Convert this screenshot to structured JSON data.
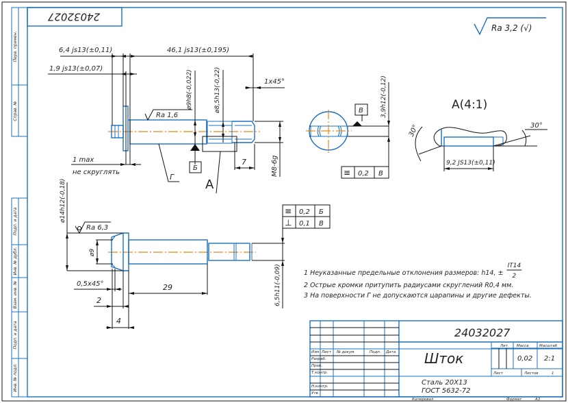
{
  "drawing": {
    "rotated_code": "24032027",
    "roughness_general": "Ra 3,2 (√)",
    "colors": {
      "outline": "#1a6fc0",
      "centerline": "#e8891a",
      "dim": "#111111"
    }
  },
  "side_stamp": {
    "top_cells": [
      "Перв. примен.",
      "Справ. №"
    ],
    "bottom_cells": [
      "Подп. и дата",
      "Инв. № дубл.",
      "Взам. инв. №",
      "Подп. и дата",
      "Инв. № подл."
    ]
  },
  "view_main": {
    "dims": {
      "d1": "6,4 js13(±0,11)",
      "d2": "46,1 js13(±0,195)",
      "d3": "1,9 js13(±0,07)",
      "d4": "ø9h8(-0,022)",
      "d5": "ø8,5h13(-0,22)",
      "d6": "1x45°",
      "d7": "M8-6g",
      "d8": "7",
      "note1": "1 max",
      "note2": "не скруглять",
      "rough": "Ra 1,6",
      "base_b": "Б",
      "surface": "Г",
      "view_a": "А"
    }
  },
  "view_section": {
    "dim": "3,9h12(-0,12)",
    "base_v": "В",
    "tol_symbol": "≡",
    "tol_value": "0,2",
    "tol_base": "В"
  },
  "view_detail": {
    "title": "А(4:1)",
    "angle1": "30°",
    "angle2": "30°",
    "dim": "9,2 JS13(±0,11)"
  },
  "view_second": {
    "dims": {
      "d1": "ø14h12(-0,18)",
      "rough": "Ra 6,3",
      "d2": "ø9",
      "d3": "0,5x45°",
      "d4": "29",
      "d5": "2",
      "d6": "4",
      "d7": "6,5h11(-0,09)"
    },
    "tolerances": [
      {
        "symbol": "≡",
        "value": "0,2",
        "base": "Б"
      },
      {
        "symbol": "⊥",
        "value": "0,1",
        "base": "В"
      }
    ]
  },
  "notes": [
    "1 Неуказанные предельные отклонения размеров: h14, ±",
    "2  Острые кромки притупить радиусами скруглений R0,4 мм.",
    "3  На поверхности Г не допускаются царапины и другие дефекты."
  ],
  "note_fraction": {
    "num": "IT14",
    "den": "2"
  },
  "title_block": {
    "doc_code": "24032027",
    "part_name": "Шток",
    "material_line1": "Сталь 20Х13",
    "material_line2": "ГОСТ 5632-72",
    "headers": [
      "Изм",
      "Лист",
      "№ докум.",
      "Подп.",
      "Дата"
    ],
    "roles": [
      "Разраб.",
      "Пров.",
      "Т.контр.",
      "",
      "Н.контр.",
      "Утв."
    ],
    "lit_label": "Лит.",
    "mass_label": "Масса",
    "scale_label": "Масштаб",
    "mass_value": "0,02",
    "scale_value": "2:1",
    "sheet_label": "Лист",
    "sheets_label": "Листов",
    "sheets_value": "1",
    "copied_label": "Копировал",
    "format_label": "Формат",
    "format_value": "А3"
  }
}
